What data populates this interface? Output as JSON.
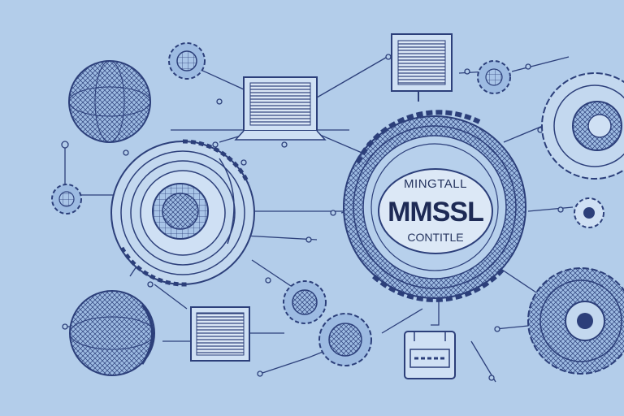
{
  "hub": {
    "title_top": "MINGTALL",
    "title_main": "MMSSL",
    "title_sub": "CONTITLE"
  },
  "colors": {
    "background": "#b3cdea",
    "line": "#2c3f7a",
    "fill_light": "#cfe0f4",
    "fill_mid": "#8fb0da"
  }
}
